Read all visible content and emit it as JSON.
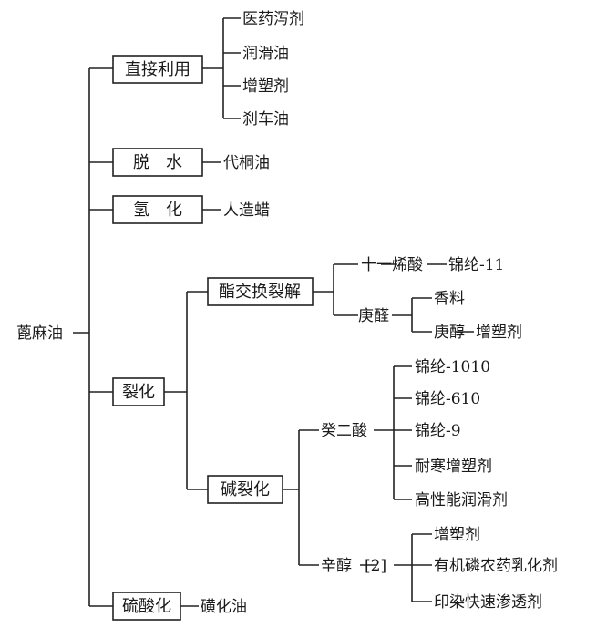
{
  "root": "蓖麻油",
  "branches": {
    "direct": {
      "label": "直接利用",
      "items": [
        "医药泻剂",
        "润滑油",
        "增塑剂",
        "刹车油"
      ]
    },
    "dehydrate": {
      "label": "脱　水",
      "product": "代桐油"
    },
    "hydrogenate": {
      "label": "氢　化",
      "product": "人造蜡"
    },
    "crack": {
      "label": "裂化",
      "ester": {
        "label": "酯交换裂解",
        "undecenoic": {
          "label": "十一烯酸",
          "product": "锦纶-11"
        },
        "heptanal": {
          "label": "庚醛",
          "items": [
            "香料",
            "庚醇"
          ],
          "heptanol_product": "增塑剂"
        }
      },
      "alkali": {
        "label": "碱裂化",
        "sebacic": {
          "label": "癸二酸",
          "items": [
            "锦纶-1010",
            "锦纶-610",
            "锦纶-9",
            "耐寒增塑剂",
            "高性能润滑剂"
          ]
        },
        "octanol": {
          "label": "辛醇",
          "ref": "[2]",
          "items": [
            "增塑剂",
            "有机磷农药乳化剂",
            "印染快速渗透剂"
          ]
        }
      }
    },
    "sulfonate": {
      "label": "硫酸化",
      "product": "磺化油"
    }
  }
}
